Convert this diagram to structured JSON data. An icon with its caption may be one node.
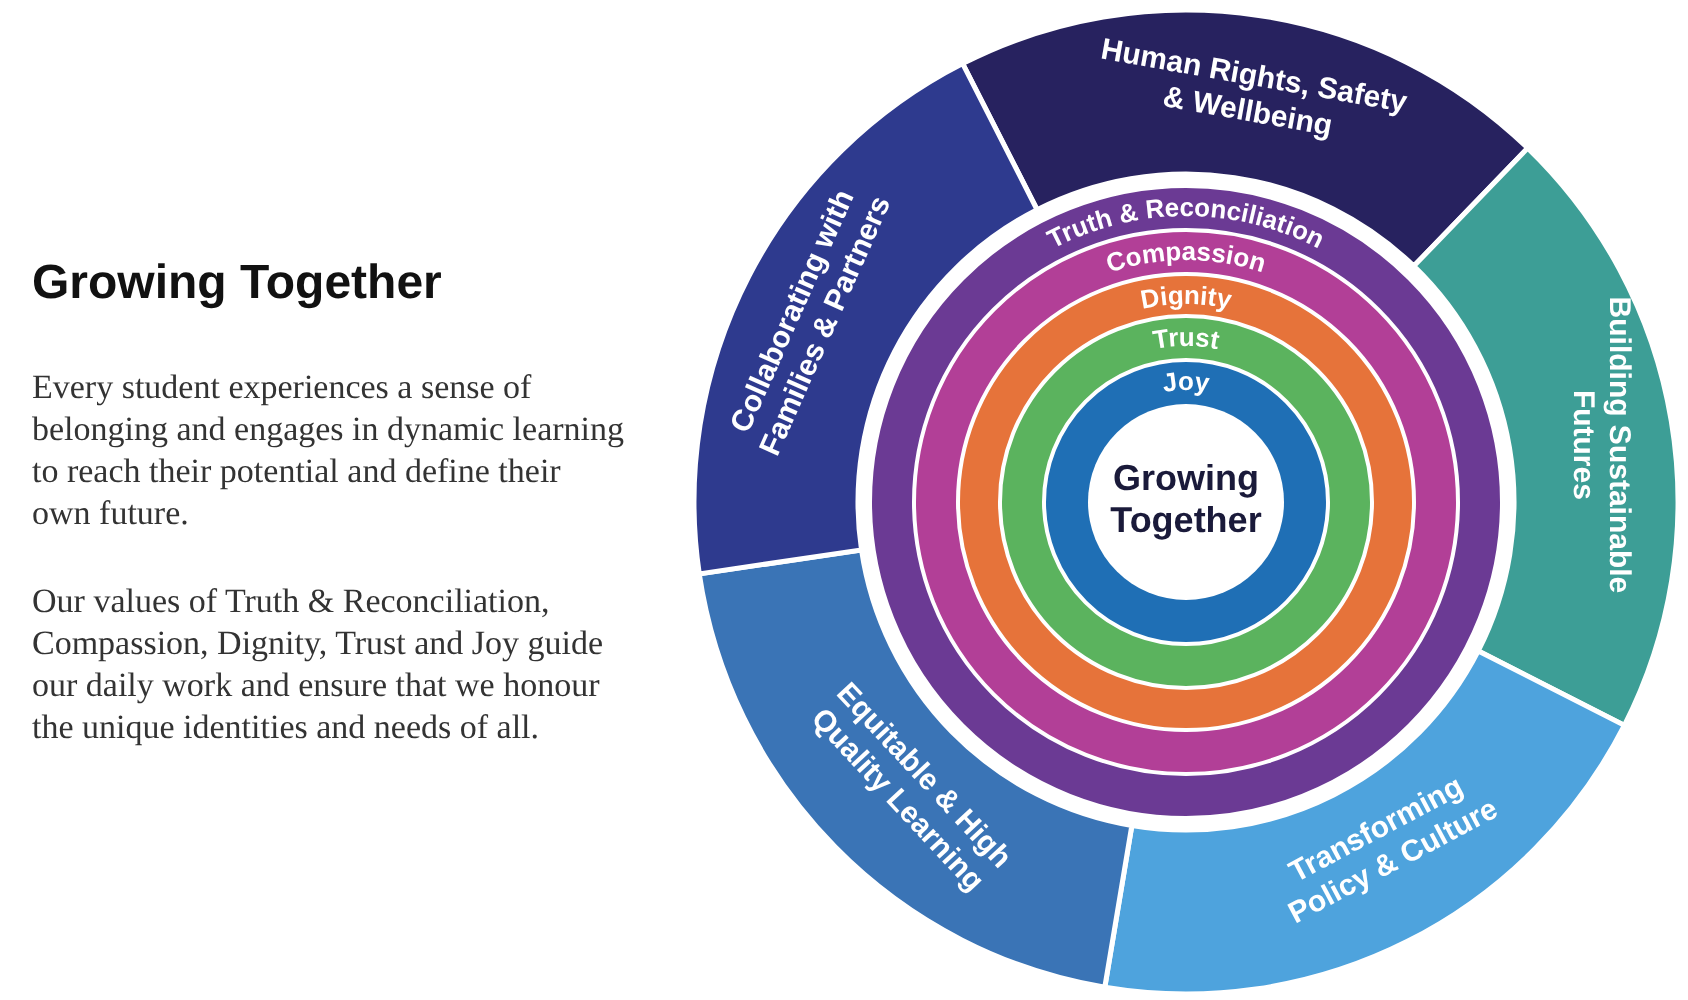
{
  "diagram": {
    "title": "Growing Together",
    "nodes": [
      {
        "text": [
          "Human Rights, Safety & Wellbeing"
        ]
      },
      {
        "text": [
          "Building Sustainable Futures"
        ]
      },
      {
        "text": [
          "Transforming Policy & Culture"
        ]
      },
      {
        "text": [
          "Equitable & High Quality Learning"
        ]
      },
      {
        "text": [
          "Collaborating with Families & Partners"
        ]
      },
      {
        "text": [
          "Truth & Reconciliation"
        ]
      },
      {
        "text": [
          "Compassion"
        ],
        "in": 5
      },
      {
        "text": [
          "Dignity"
        ],
        "in": 6
      },
      {
        "text": [
          "Trust"
        ],
        "in": 7
      },
      {
        "text": [
          "Joy"
        ],
        "in": 8
      },
      {
        "text": [
          "Growing Together"
        ],
        "in": 9
      }
    ],
    "labels": [
      "Every student experiences a sense of belonging and engages in dynamic learning to reach their potential and define their own future.",
      "Our values of Truth & Reconciliation, Compassion, Dignity, Trust and Joy guide our daily work and ensure that we honour the unique identities and needs of all."
    ]
  }
}
